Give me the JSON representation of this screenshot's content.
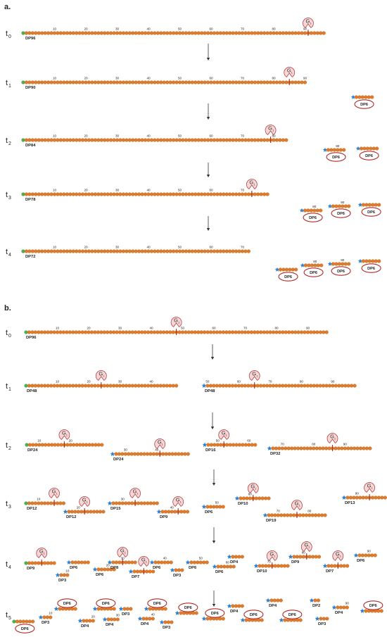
{
  "panels": [
    {
      "id": "a",
      "label": "a.",
      "times": [
        "t0",
        "t1",
        "t2",
        "t3",
        "t4"
      ]
    },
    {
      "id": "b",
      "label": "b.",
      "times": [
        "t0",
        "t1",
        "t2",
        "t3",
        "t4",
        "t5"
      ]
    }
  ],
  "enzyme_letter": "G",
  "colors": {
    "bead": "#e07b2a",
    "bead_stroke": "#b85a12",
    "reducing_end": "#4caf50",
    "star": "#2f7fd1",
    "arrow": "#333333",
    "oval": "#b02a2a",
    "enzyme_fill": "#f6d6d6",
    "enzyme_stroke": "#b03030",
    "text": "#222222"
  },
  "icons": {
    "reducing_end": "green-circle",
    "nonreducing_end": "blue-star",
    "enzyme": "glucanase-pacman"
  },
  "panel_a": {
    "chains": [
      {
        "row": 0,
        "dp_label": "DP96",
        "beads": 96,
        "ticks": [
          "10",
          "20",
          "30",
          "40",
          "50",
          "60",
          "70",
          "80",
          "90"
        ],
        "enzyme_at_bead": 91
      },
      {
        "row": 1,
        "dp_label": "DP90",
        "beads": 90,
        "ticks": [
          "10",
          "20",
          "30",
          "40",
          "50",
          "60",
          "70",
          "80",
          "90"
        ],
        "enzyme_at_bead": 85
      },
      {
        "row": 2,
        "dp_label": "DP84",
        "beads": 84,
        "ticks": [
          "10",
          "20",
          "30",
          "40",
          "50",
          "60",
          "70",
          "80"
        ],
        "enzyme_at_bead": 79
      },
      {
        "row": 3,
        "dp_label": "DP78",
        "beads": 78,
        "ticks": [
          "10",
          "20",
          "30",
          "40",
          "50",
          "60",
          "70"
        ],
        "enzyme_at_bead": 73
      },
      {
        "row": 4,
        "dp_label": "DP72",
        "beads": 72,
        "ticks": [
          "10",
          "20",
          "30",
          "40",
          "50",
          "60",
          "70"
        ],
        "enzyme_at_bead": null
      }
    ],
    "released": [
      {
        "row": 1,
        "items": [
          {
            "tick": "",
            "label": "DP6"
          }
        ]
      },
      {
        "row": 2,
        "items": [
          {
            "tick": "90",
            "label": "DP6"
          },
          {
            "tick": "",
            "label": "DP6"
          }
        ]
      },
      {
        "row": 3,
        "items": [
          {
            "tick": "80",
            "label": "DP6"
          },
          {
            "tick": "90",
            "label": "DP6"
          },
          {
            "tick": "",
            "label": "DP6"
          }
        ]
      },
      {
        "row": 4,
        "items": [
          {
            "tick": "",
            "label": "DP6"
          },
          {
            "tick": "80",
            "label": "DP6"
          },
          {
            "tick": "90",
            "label": "DP6"
          },
          {
            "tick": "",
            "label": "DP6"
          }
        ]
      }
    ]
  },
  "panel_b": {
    "rows": [
      {
        "row": 0,
        "frags": [
          {
            "dp": "DP96",
            "beads": 96,
            "ticks": [
              "10",
              "20",
              "30",
              "40",
              "50",
              "60",
              "70",
              "80",
              "90"
            ],
            "end": "green",
            "enzyme_at_bead": 48
          }
        ]
      },
      {
        "row": 1,
        "frags": [
          {
            "dp": "DP48",
            "beads": 48,
            "ticks": [
              "10",
              "20",
              "30",
              "40"
            ],
            "end": "green",
            "enzyme_at_bead": 24
          },
          {
            "dp": "DP48",
            "beads": 48,
            "ticks": [
              "50",
              "60",
              "70",
              "80",
              "90"
            ],
            "end": "star",
            "enzyme_at_bead": 16
          }
        ]
      },
      {
        "row": 2,
        "frags": [
          {
            "dp": "DP24",
            "beads": 24,
            "ticks": [
              "10",
              "20"
            ],
            "end": "green",
            "enzyme_at_bead": 12
          },
          {
            "dp": "DP24",
            "beads": 24,
            "ticks": [
              "30",
              "40"
            ],
            "end": "star",
            "enzyme_at_bead": 15
          },
          {
            "dp": "DP16",
            "beads": 16,
            "ticks": [
              "50",
              "60"
            ],
            "end": "star",
            "enzyme_at_bead": 6
          },
          {
            "dp": "DP32",
            "beads": 32,
            "ticks": [
              "70",
              "80",
              "90"
            ],
            "end": "star",
            "enzyme_at_bead": 20
          }
        ]
      },
      {
        "row": 3,
        "frags": [
          {
            "dp": "DP12",
            "beads": 12,
            "ticks": [
              "10"
            ],
            "end": "green",
            "enzyme_at_bead": 9
          },
          {
            "dp": "DP12",
            "beads": 12,
            "ticks": [
              "20"
            ],
            "end": "star",
            "enzyme_at_bead": 6
          },
          {
            "dp": "DP15",
            "beads": 15,
            "ticks": [
              "30"
            ],
            "end": "star",
            "enzyme_at_bead": 8
          },
          {
            "dp": "DP9",
            "beads": 9,
            "ticks": [
              "40"
            ],
            "end": "star",
            "enzyme_at_bead": 6
          },
          {
            "dp": "DP6",
            "beads": 6,
            "ticks": [
              "50"
            ],
            "end": "star",
            "enzyme_at_bead": null
          },
          {
            "dp": "DP10",
            "beads": 10,
            "ticks": [
              "60"
            ],
            "end": "star",
            "enzyme_at_bead": 5
          },
          {
            "dp": "DP19",
            "beads": 19,
            "ticks": [
              "70",
              "80"
            ],
            "end": "star",
            "enzyme_at_bead": 10
          },
          {
            "dp": "DP13",
            "beads": 13,
            "ticks": [
              "90"
            ],
            "end": "star",
            "enzyme_at_bead": 8
          }
        ]
      },
      {
        "row": 4,
        "frags": [
          {
            "dp": "DP9",
            "beads": 9,
            "ticks": [],
            "end": "green",
            "enzyme_at_bead": 5
          },
          {
            "dp": "DP3",
            "beads": 3,
            "ticks": [
              "10"
            ],
            "end": "star",
            "enzyme_at_bead": null
          },
          {
            "dp": "DP6",
            "beads": 6,
            "ticks": [],
            "end": "star",
            "enzyme_at_bead": null
          },
          {
            "dp": "DP6",
            "beads": 6,
            "ticks": [
              "20"
            ],
            "end": "star",
            "enzyme_at_bead": null
          },
          {
            "dp": "DP8",
            "beads": 8,
            "ticks": [
              "30"
            ],
            "end": "star",
            "enzyme_at_bead": 4
          },
          {
            "dp": "DP7",
            "beads": 7,
            "ticks": [],
            "end": "star",
            "enzyme_at_bead": 4
          },
          {
            "dp": "DP6",
            "beads": 6,
            "ticks": [
              "40"
            ],
            "end": "star",
            "enzyme_at_bead": null
          },
          {
            "dp": "DP3",
            "beads": 3,
            "ticks": [],
            "end": "star",
            "enzyme_at_bead": null
          },
          {
            "dp": "DP6",
            "beads": 6,
            "ticks": [
              "50"
            ],
            "end": "star",
            "enzyme_at_bead": null
          },
          {
            "dp": "DP6",
            "beads": 6,
            "ticks": [
              "60"
            ],
            "end": "star",
            "enzyme_at_bead": null
          },
          {
            "dp": "DP4",
            "beads": 4,
            "ticks": [],
            "end": "star",
            "enzyme_at_bead": null
          },
          {
            "dp": "DP10",
            "beads": 10,
            "ticks": [
              "70"
            ],
            "end": "star",
            "enzyme_at_bead": 5
          },
          {
            "dp": "DP9",
            "beads": 9,
            "ticks": [
              "80"
            ],
            "end": "star",
            "enzyme_at_bead": 5
          },
          {
            "dp": "DP7",
            "beads": 7,
            "ticks": [],
            "end": "star",
            "enzyme_at_bead": 4
          },
          {
            "dp": "DP6",
            "beads": 6,
            "ticks": [
              "90"
            ],
            "end": "star",
            "enzyme_at_bead": null
          }
        ]
      },
      {
        "row": 5,
        "frags": [
          {
            "dp": "DP6",
            "beads": 6,
            "ticks": [],
            "end": "green",
            "enzyme_at_bead": null,
            "oval": true
          },
          {
            "dp": "DP3",
            "beads": 3,
            "ticks": [
              "10"
            ],
            "end": "star",
            "enzyme_at_bead": null
          },
          {
            "dp": "DP6",
            "beads": 6,
            "ticks": [],
            "end": "star",
            "enzyme_at_bead": null,
            "oval": true
          },
          {
            "dp": "DP4",
            "beads": 4,
            "ticks": [
              "20"
            ],
            "end": "star",
            "enzyme_at_bead": null
          },
          {
            "dp": "DP6",
            "beads": 6,
            "ticks": [],
            "end": "star",
            "enzyme_at_bead": null,
            "oval": true
          },
          {
            "dp": "DP4",
            "beads": 4,
            "ticks": [
              "30"
            ],
            "end": "star",
            "enzyme_at_bead": null
          },
          {
            "dp": "DP3",
            "beads": 3,
            "ticks": [],
            "end": "star",
            "enzyme_at_bead": null
          },
          {
            "dp": "DP4",
            "beads": 4,
            "ticks": [
              "40"
            ],
            "end": "star",
            "enzyme_at_bead": null
          },
          {
            "dp": "DP6",
            "beads": 6,
            "ticks": [],
            "end": "star",
            "enzyme_at_bead": null,
            "oval": true
          },
          {
            "dp": "DP3",
            "beads": 3,
            "ticks": [],
            "end": "star",
            "enzyme_at_bead": null
          },
          {
            "dp": "DP6",
            "beads": 6,
            "ticks": [
              "50"
            ],
            "end": "star",
            "enzyme_at_bead": null,
            "oval": true
          },
          {
            "dp": "DP4",
            "beads": 4,
            "ticks": [],
            "end": "star",
            "enzyme_at_bead": null
          },
          {
            "dp": "DP6",
            "beads": 6,
            "ticks": [
              "60"
            ],
            "end": "star",
            "enzyme_at_bead": null,
            "oval": true
          },
          {
            "dp": "DP4",
            "beads": 4,
            "ticks": [],
            "end": "star",
            "enzyme_at_bead": null
          },
          {
            "dp": "DP6",
            "beads": 6,
            "ticks": [
              "70"
            ],
            "end": "star",
            "enzyme_at_bead": null,
            "oval": true
          },
          {
            "dp": "DP2",
            "beads": 2,
            "ticks": [],
            "end": "star",
            "enzyme_at_bead": null
          },
          {
            "dp": "DP6",
            "beads": 6,
            "ticks": [
              "80"
            ],
            "end": "star",
            "enzyme_at_bead": null,
            "oval": true
          },
          {
            "dp": "DP3",
            "beads": 3,
            "ticks": [],
            "end": "star",
            "enzyme_at_bead": null
          },
          {
            "dp": "DP4",
            "beads": 4,
            "ticks": [
              "90"
            ],
            "end": "star",
            "enzyme_at_bead": null
          },
          {
            "dp": "DP6",
            "beads": 6,
            "ticks": [],
            "end": "star",
            "enzyme_at_bead": null,
            "oval": true
          }
        ]
      }
    ]
  }
}
